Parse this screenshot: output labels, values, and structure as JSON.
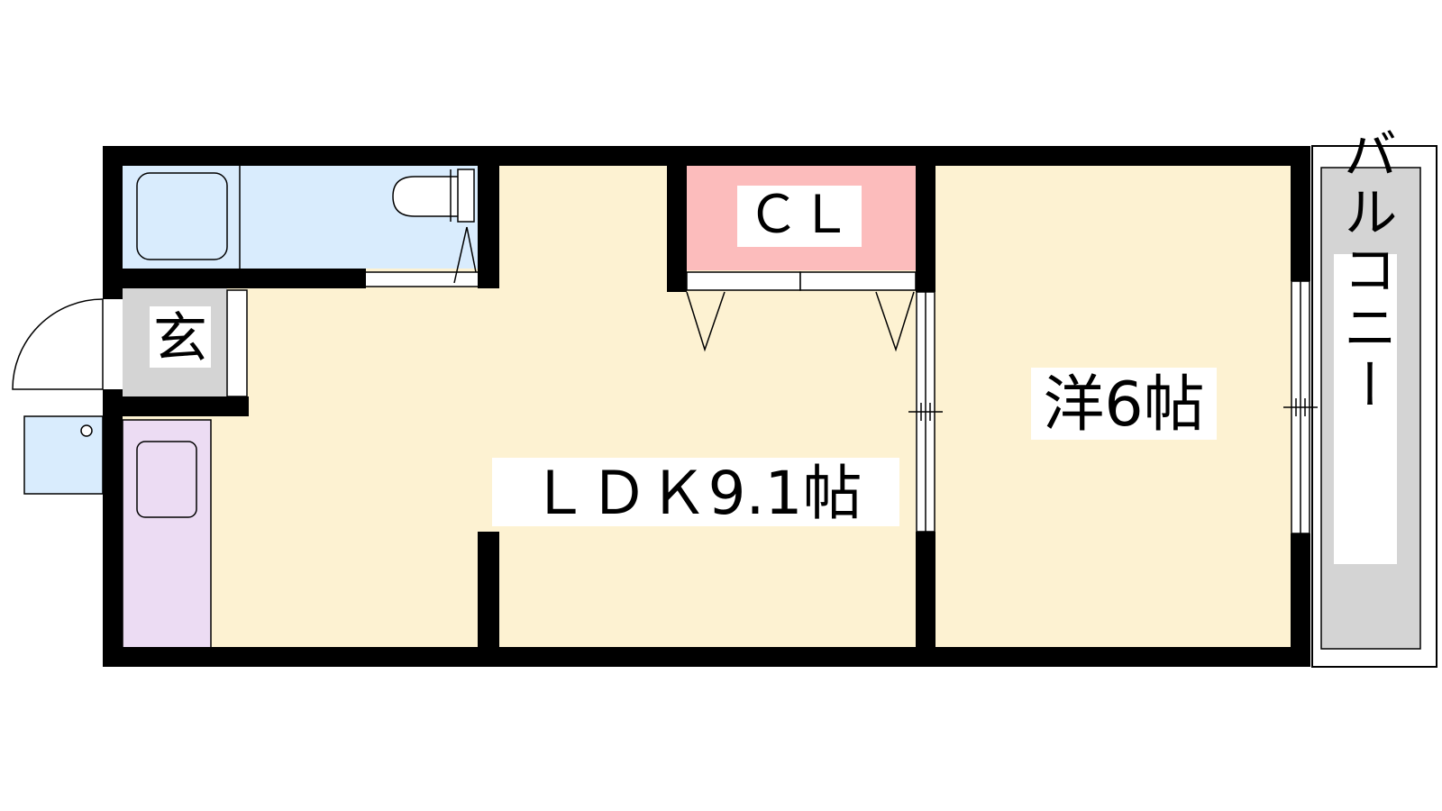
{
  "rooms": {
    "ldk": "ＬＤＫ9.1帖",
    "western": "洋6帖",
    "closet": "ＣＬ",
    "entrance": "玄",
    "balcony": "バルコニー"
  },
  "colors": {
    "wall": "#000000",
    "ldk_floor": "#fdf2d2",
    "western_floor": "#fdf2d2",
    "bath": "#d9ecfd",
    "closet": "#fcbcbc",
    "entrance": "#d4d4d4",
    "kitchen": "#ecdcf3",
    "balcony": "#d4d4d4",
    "outdoor_unit": "#d9ecfd"
  }
}
